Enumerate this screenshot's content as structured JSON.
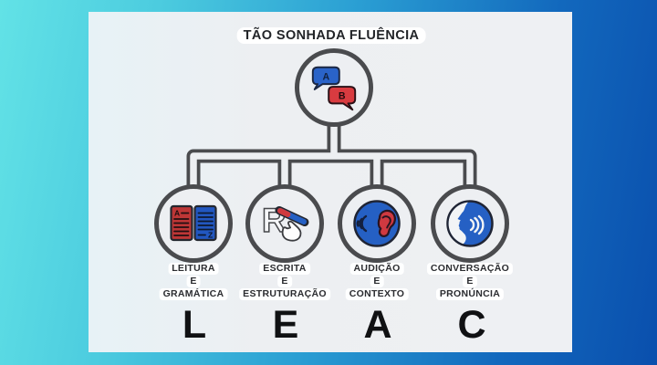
{
  "title": "TÃO SONHADA FLUÊNCIA",
  "root": {
    "icon": "chat-bubbles-icon",
    "bubble_a": "A",
    "bubble_b": "B"
  },
  "branches": [
    {
      "letter": "L",
      "label_lines": [
        "LEITURA",
        "E",
        "GRAMÁTICA"
      ],
      "icon": "open-book-icon",
      "book_a": "A",
      "book_z": "Z"
    },
    {
      "letter": "E",
      "label_lines": [
        "ESCRITA",
        "E",
        "ESTRUTURAÇÃO"
      ],
      "icon": "writing-hand-icon",
      "glyph": "R"
    },
    {
      "letter": "A",
      "label_lines": [
        "AUDIÇÃO",
        "E",
        "CONTEXTO"
      ],
      "icon": "listening-ear-icon"
    },
    {
      "letter": "C",
      "label_lines": [
        "CONVERSAÇÃO",
        "E",
        "PRONÚNCIA"
      ],
      "icon": "speaking-face-icon"
    }
  ],
  "acronym": "LEAC",
  "colors": {
    "accent_blue": "#2560c4",
    "accent_red": "#d23a3e",
    "icon_outline": "#23262e",
    "node_stroke": "#4a4b4e",
    "card_background": "#edeff2",
    "frame_gradient_left": "#62e2e6",
    "frame_gradient_right": "#0a4fad"
  }
}
